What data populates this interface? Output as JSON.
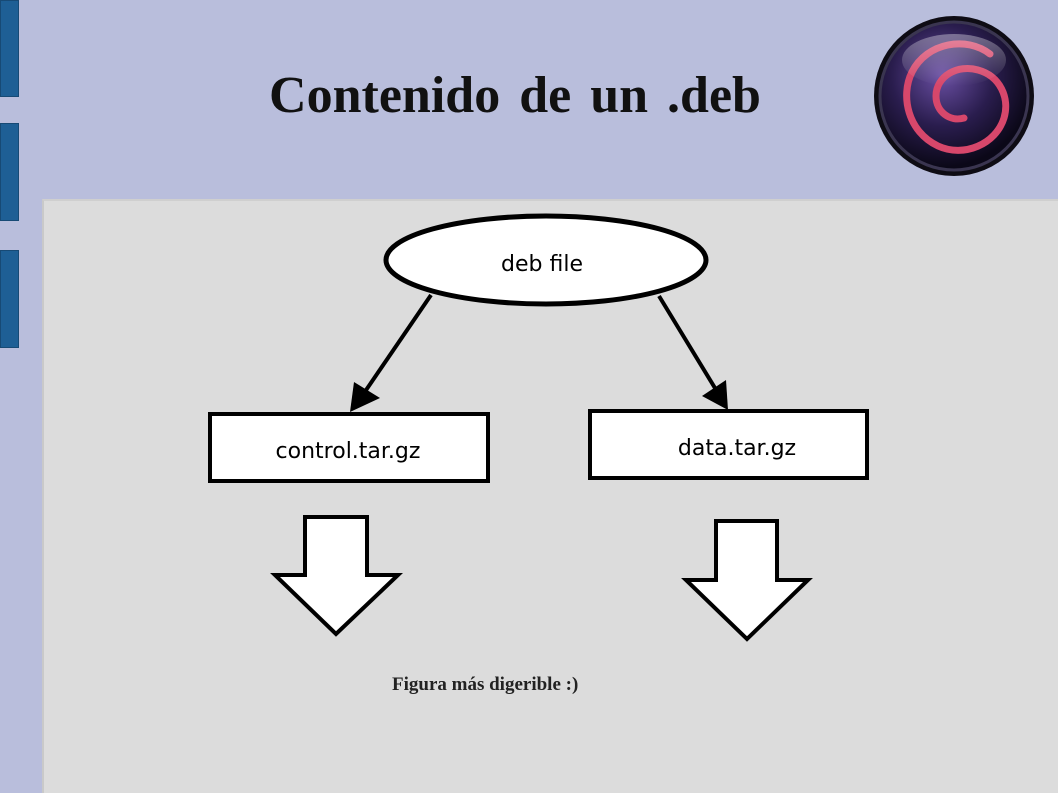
{
  "slide": {
    "title": "Contenido de un .deb",
    "caption": "Figura más digerible :)"
  },
  "diagram": {
    "root": {
      "label": "deb file",
      "shape": "ellipse"
    },
    "children": [
      {
        "label": "control.tar.gz",
        "shape": "rectangle"
      },
      {
        "label": "data.tar.gz",
        "shape": "rectangle"
      }
    ]
  },
  "logo": {
    "icon": "debian-swirl-logo"
  },
  "colors": {
    "slide_background": "#b9bedc",
    "panel_background": "#dcdcdc",
    "side_tabs": "#1e5f95",
    "logo_swirl": "#d7476b"
  }
}
